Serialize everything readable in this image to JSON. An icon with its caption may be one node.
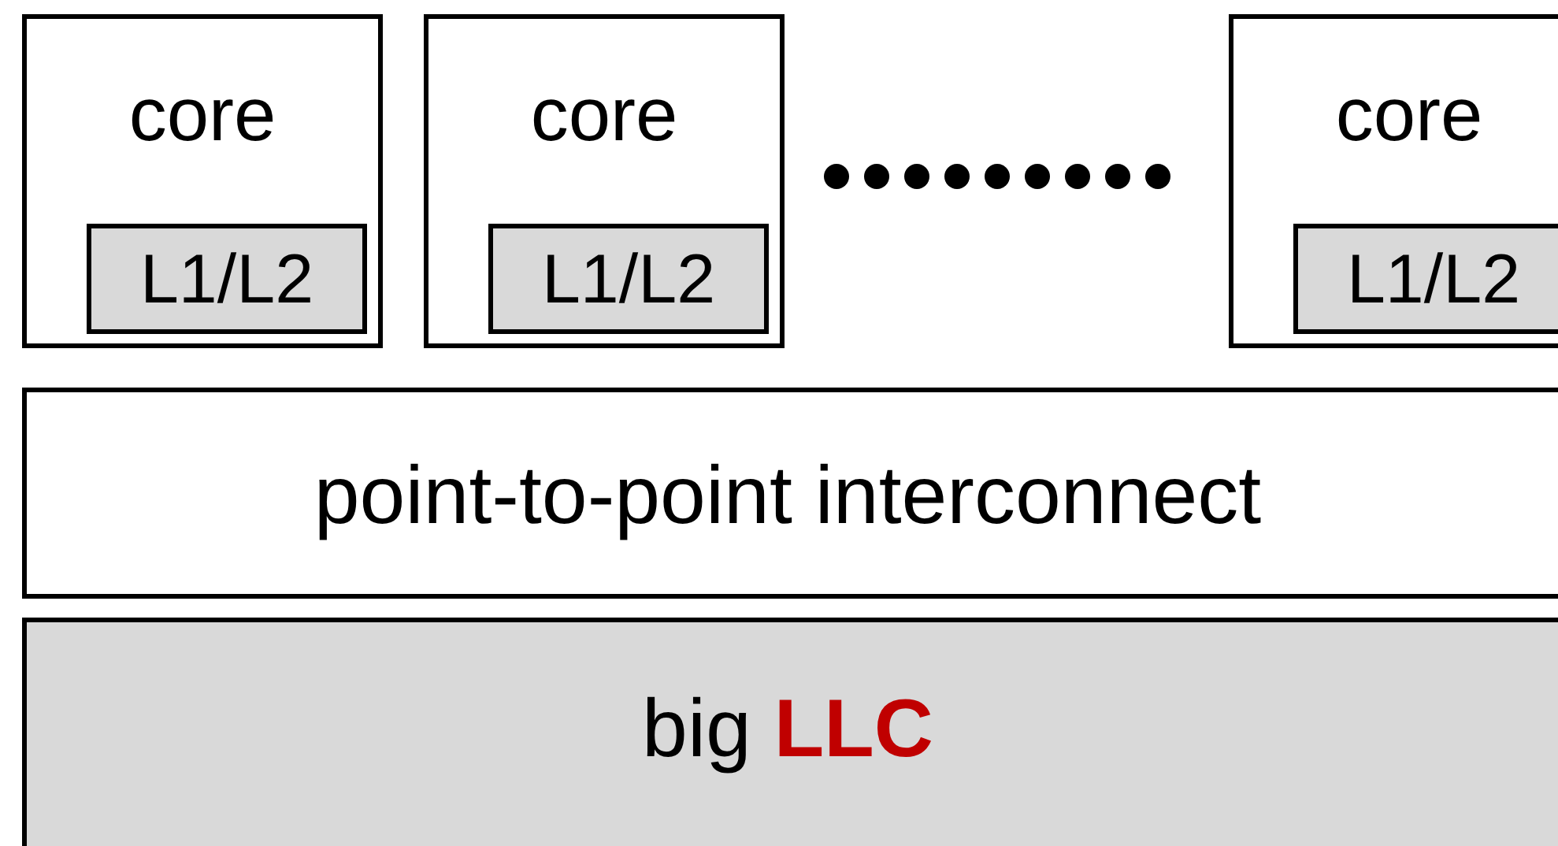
{
  "diagram": {
    "nodes": [
      {
        "text": [
          "core"
        ]
      },
      {
        "text": [
          "L1/L2"
        ],
        "in": 0
      },
      {
        "text": [
          "core"
        ]
      },
      {
        "text": [
          "L1/L2"
        ],
        "in": 2
      },
      {
        "text": [
          "core"
        ]
      },
      {
        "text": [
          "L1/L2"
        ],
        "in": 4
      },
      {
        "text": [
          "point-to-point interconnect"
        ]
      },
      {
        "text": [
          "big **LLC**"
        ]
      }
    ]
  }
}
